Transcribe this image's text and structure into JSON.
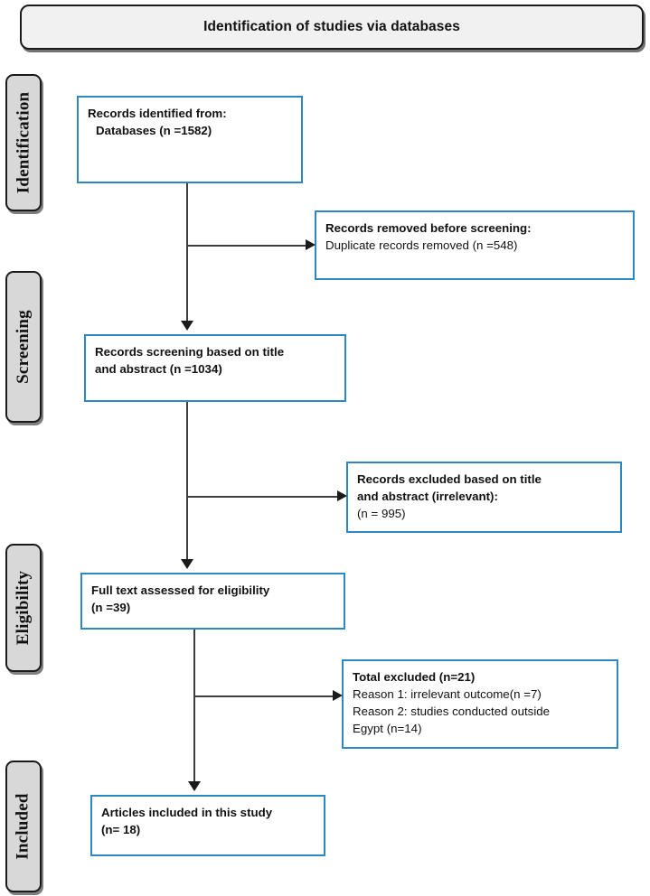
{
  "header": {
    "title": "Identification of studies via databases"
  },
  "stages": [
    {
      "id": "identification",
      "label": "Identification"
    },
    {
      "id": "screening",
      "label": "Screening"
    },
    {
      "id": "eligibility",
      "label": "Eligibility"
    },
    {
      "id": "included",
      "label": "Included"
    }
  ],
  "boxes": {
    "identified": {
      "line1": "Records identified from:",
      "line2": "Databases (n =1582)"
    },
    "removed": {
      "line1": "Records removed before screening:",
      "line2": "Duplicate records removed (n =548)"
    },
    "screening": {
      "line1": "Records screening based on title",
      "line2": "and abstract (n =1034)"
    },
    "excluded": {
      "line1": "Records excluded based on title",
      "line2": "and abstract (irrelevant):",
      "line3": "(n = 995)"
    },
    "fulltext": {
      "line1": "Full text assessed for eligibility",
      "line2": "(n =39)"
    },
    "total_excluded": {
      "line1": "Total excluded (n=21)",
      "line2": "Reason 1: irrelevant outcome(n =7)",
      "line3": "Reason 2: studies conducted outside",
      "line4": "Egypt (n=14)"
    },
    "included": {
      "line1": "Articles included in this study",
      "line2": "(n= 18)"
    }
  },
  "colors": {
    "box_border": "#2f86c5",
    "stage_fill": "#d8d8d8",
    "header_fill": "#f1f1f1",
    "connector": "#3d3d3d",
    "text": "#111111"
  },
  "chart_data": {
    "type": "diagram",
    "title": "Identification of studies via databases",
    "diagram_kind": "PRISMA flow diagram",
    "nodes": [
      {
        "stage": "Identification",
        "label": "Records identified from: Databases",
        "n": 1582
      },
      {
        "stage": "Identification",
        "label": "Records removed before screening: Duplicate records removed",
        "n": 548
      },
      {
        "stage": "Screening",
        "label": "Records screening based on title and abstract",
        "n": 1034
      },
      {
        "stage": "Screening",
        "label": "Records excluded based on title and abstract (irrelevant)",
        "n": 995
      },
      {
        "stage": "Eligibility",
        "label": "Full text assessed for eligibility",
        "n": 39
      },
      {
        "stage": "Eligibility",
        "label": "Total excluded",
        "n": 21
      },
      {
        "stage": "Eligibility",
        "label": "Reason 1: irrelevant outcome",
        "n": 7
      },
      {
        "stage": "Eligibility",
        "label": "Reason 2: studies conducted outside Egypt",
        "n": 14
      },
      {
        "stage": "Included",
        "label": "Articles included in this study",
        "n": 18
      }
    ]
  }
}
